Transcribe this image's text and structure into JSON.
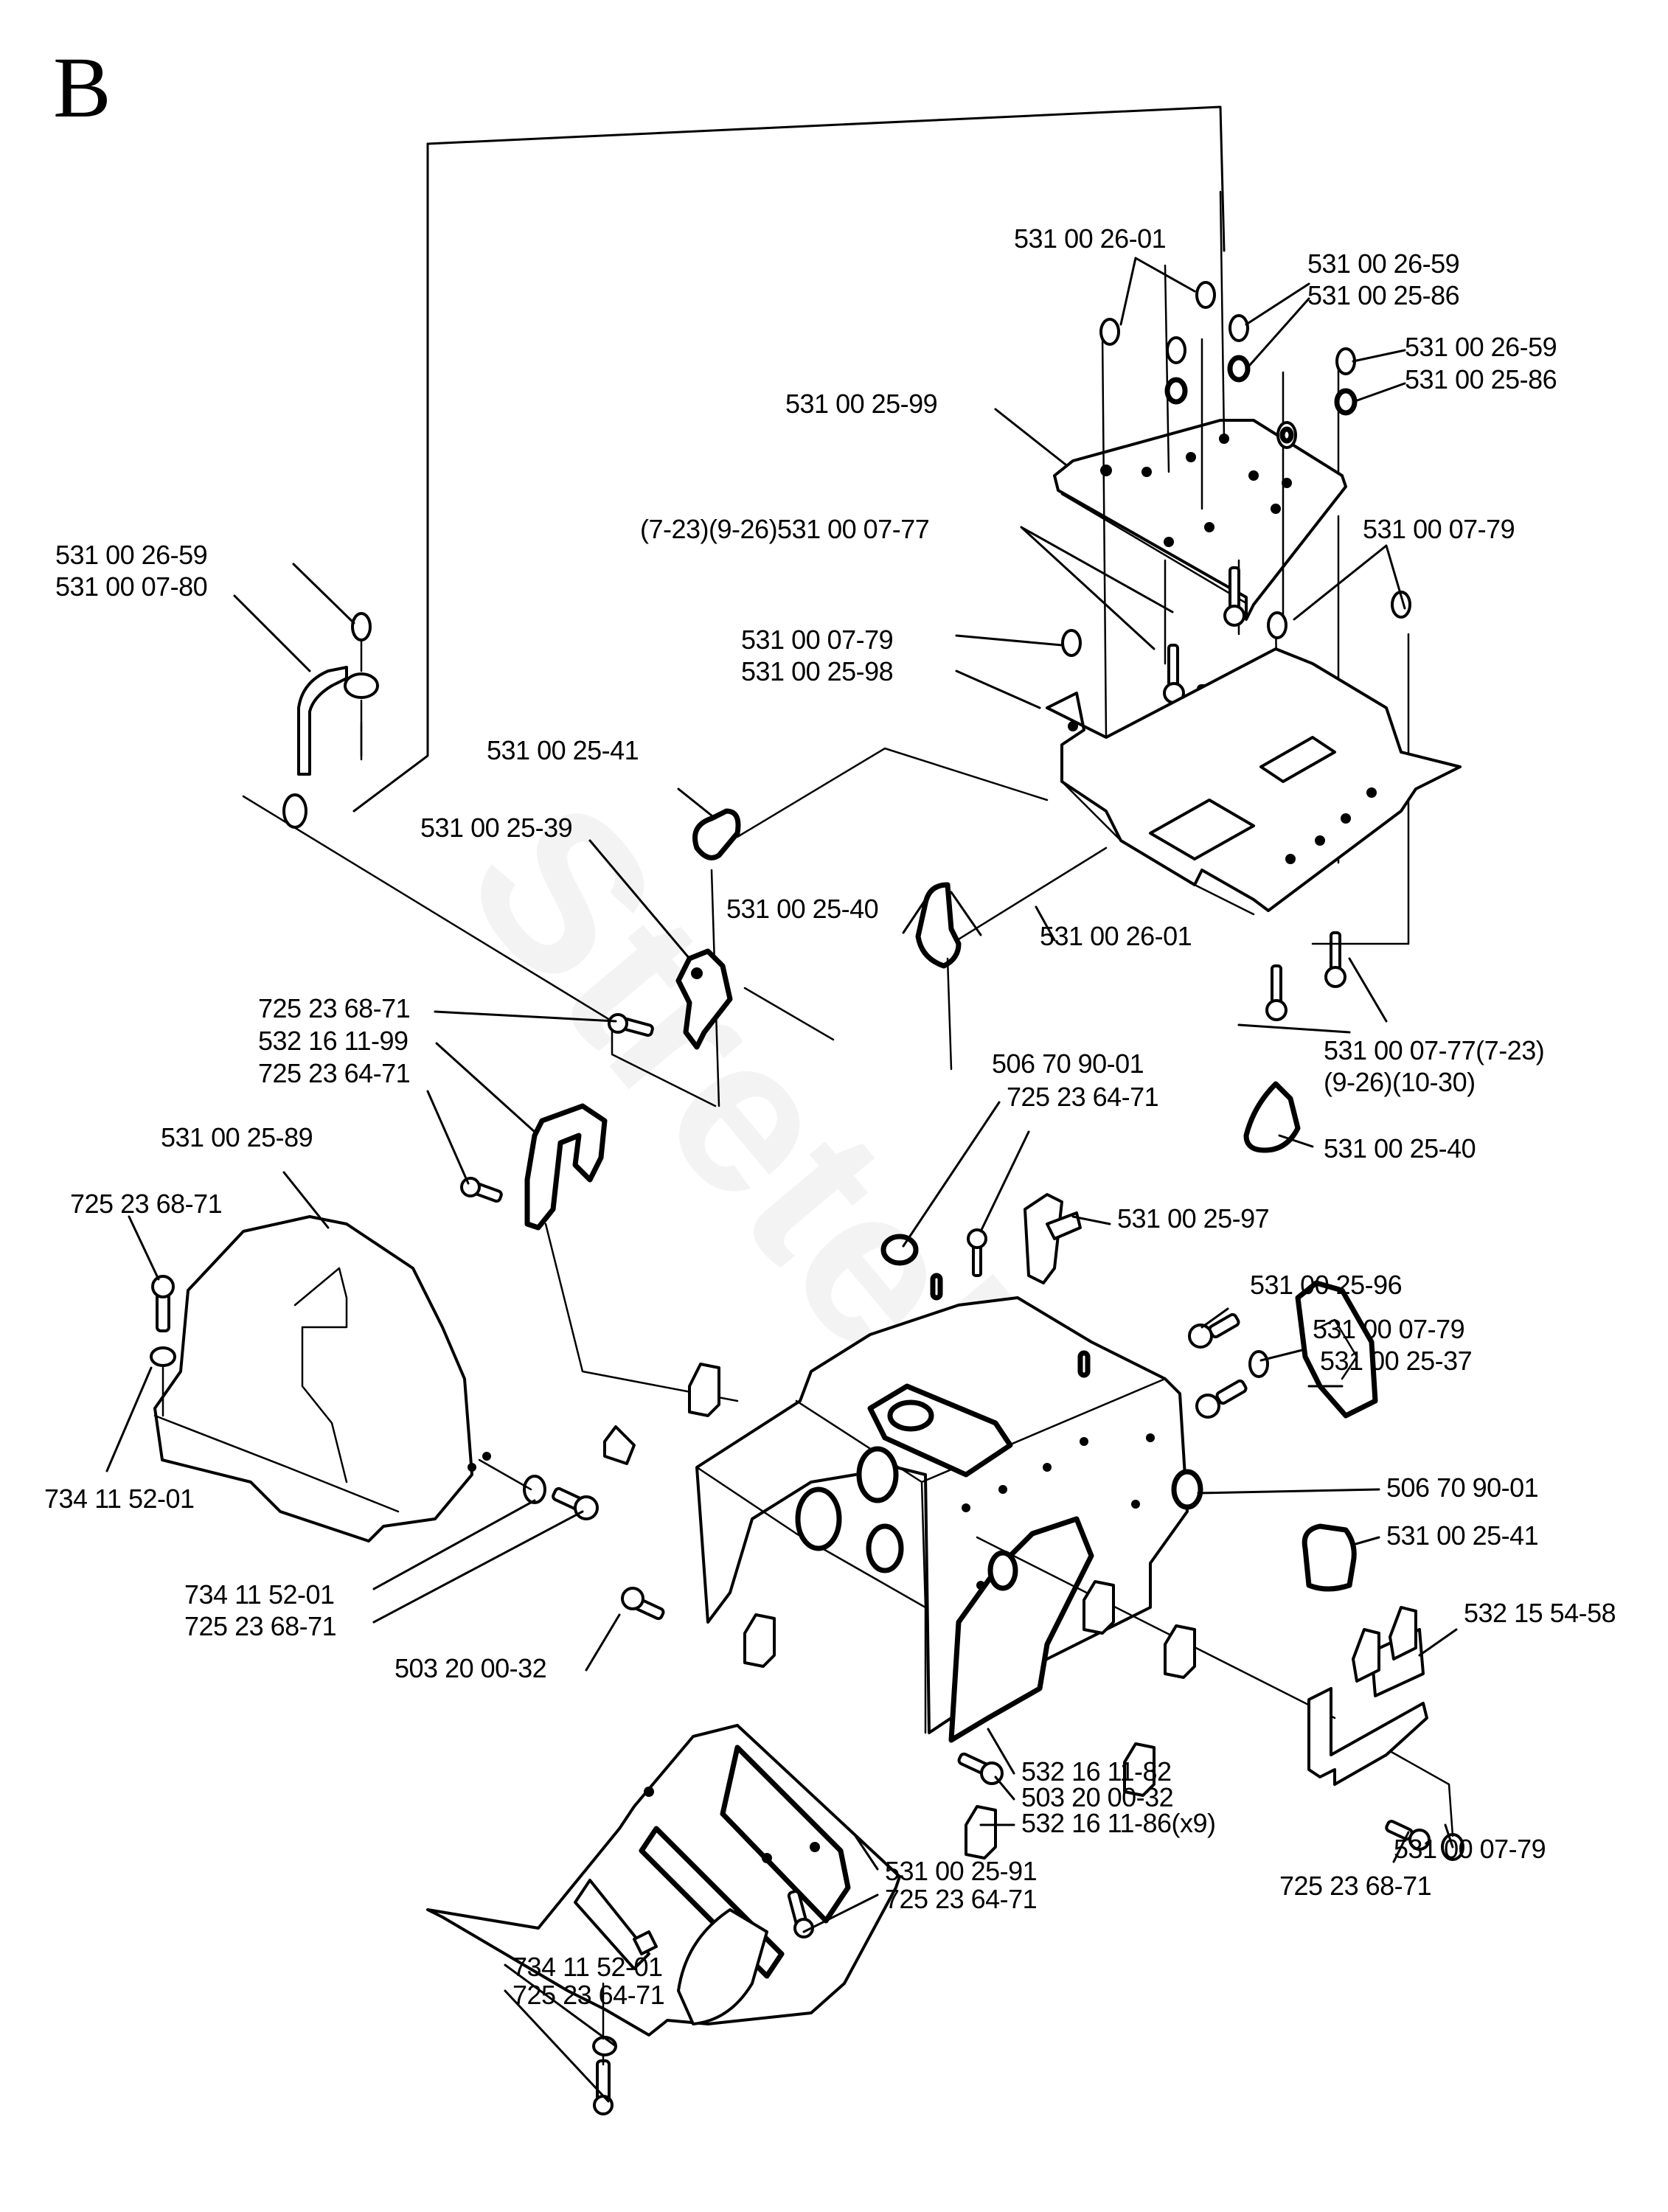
{
  "diagram": {
    "section_letter": "B",
    "watermark": "Stretek",
    "labels": [
      {
        "id": "top-nut-1",
        "text": "531 00 26-01"
      },
      {
        "id": "top-nut-2a",
        "text": "531 00 26-59"
      },
      {
        "id": "top-washer-2b",
        "text": "531 00 25-86"
      },
      {
        "id": "top-nut-3a",
        "text": "531 00 26-59"
      },
      {
        "id": "top-washer-3b",
        "text": "531 00 25-86"
      },
      {
        "id": "top-plate",
        "text": "531 00 25-99"
      },
      {
        "id": "bolts-0777",
        "text": "(7-23)(9-26)531 00 07-77"
      },
      {
        "id": "nut-0779-right",
        "text": "531 00 07-79"
      },
      {
        "id": "nut-0779-left",
        "text": "531 00 07-79"
      },
      {
        "id": "bracket-plate",
        "text": "531 00 25-98"
      },
      {
        "id": "link-nut",
        "text": "531 00 26-59"
      },
      {
        "id": "link-rod",
        "text": "531 00 07-80"
      },
      {
        "id": "cam-41-top",
        "text": "531 00 25-41"
      },
      {
        "id": "bracket-39",
        "text": "531 00 25-39"
      },
      {
        "id": "cam-40-mid",
        "text": "531 00 25-40"
      },
      {
        "id": "nut-2601-mid",
        "text": "531 00 26-01"
      },
      {
        "id": "screw-6871-a",
        "text": "725 23 68-71"
      },
      {
        "id": "bracket-1199",
        "text": "532 16 11-99"
      },
      {
        "id": "screw-6471-a",
        "text": "725 23 64-71"
      },
      {
        "id": "plug-9001-a",
        "text": "506 70 90-01"
      },
      {
        "id": "screw-6471-b",
        "text": "725 23 64-71"
      },
      {
        "id": "bolts-0777-b1",
        "text": "531 00 07-77(7-23)"
      },
      {
        "id": "bolts-0777-b2",
        "text": "(9-26)(10-30)"
      },
      {
        "id": "cam-40-right",
        "text": "531 00 25-40"
      },
      {
        "id": "cover-89",
        "text": "531 00 25-89"
      },
      {
        "id": "screw-6871-b",
        "text": "725 23 68-71"
      },
      {
        "id": "bracket-97",
        "text": "531 00 25-97"
      },
      {
        "id": "bolt-96",
        "text": "531 00 25-96"
      },
      {
        "id": "nut-0779-c",
        "text": "531 00 07-79"
      },
      {
        "id": "cover-37",
        "text": "531 00 25-37"
      },
      {
        "id": "plug-9001-b",
        "text": "506 70 90-01"
      },
      {
        "id": "cam-41-right",
        "text": "531 00 25-41"
      },
      {
        "id": "washer-5201-a",
        "text": "734 11 52-01"
      },
      {
        "id": "bracket-5458",
        "text": "532 15 54-58"
      },
      {
        "id": "washer-5201-b",
        "text": "734 11 52-01"
      },
      {
        "id": "screw-6871-c",
        "text": "725 23 68-71"
      },
      {
        "id": "screw-0032-a",
        "text": "503 20 00-32"
      },
      {
        "id": "housing-1182",
        "text": "532 16 11-82"
      },
      {
        "id": "screw-0032-b",
        "text": "503 20 00-32"
      },
      {
        "id": "clip-1186",
        "text": "532 16 11-86(x9)"
      },
      {
        "id": "nut-0779-d",
        "text": "531 00 07-79"
      },
      {
        "id": "screw-6871-d",
        "text": "725 23 68-71"
      },
      {
        "id": "bottom-plate-91",
        "text": "531 00 25-91"
      },
      {
        "id": "screw-6471-c",
        "text": "725 23 64-71"
      },
      {
        "id": "washer-5201-c",
        "text": "734 11 52-01"
      },
      {
        "id": "screw-6471-d",
        "text": "725 23 64-71"
      }
    ]
  }
}
